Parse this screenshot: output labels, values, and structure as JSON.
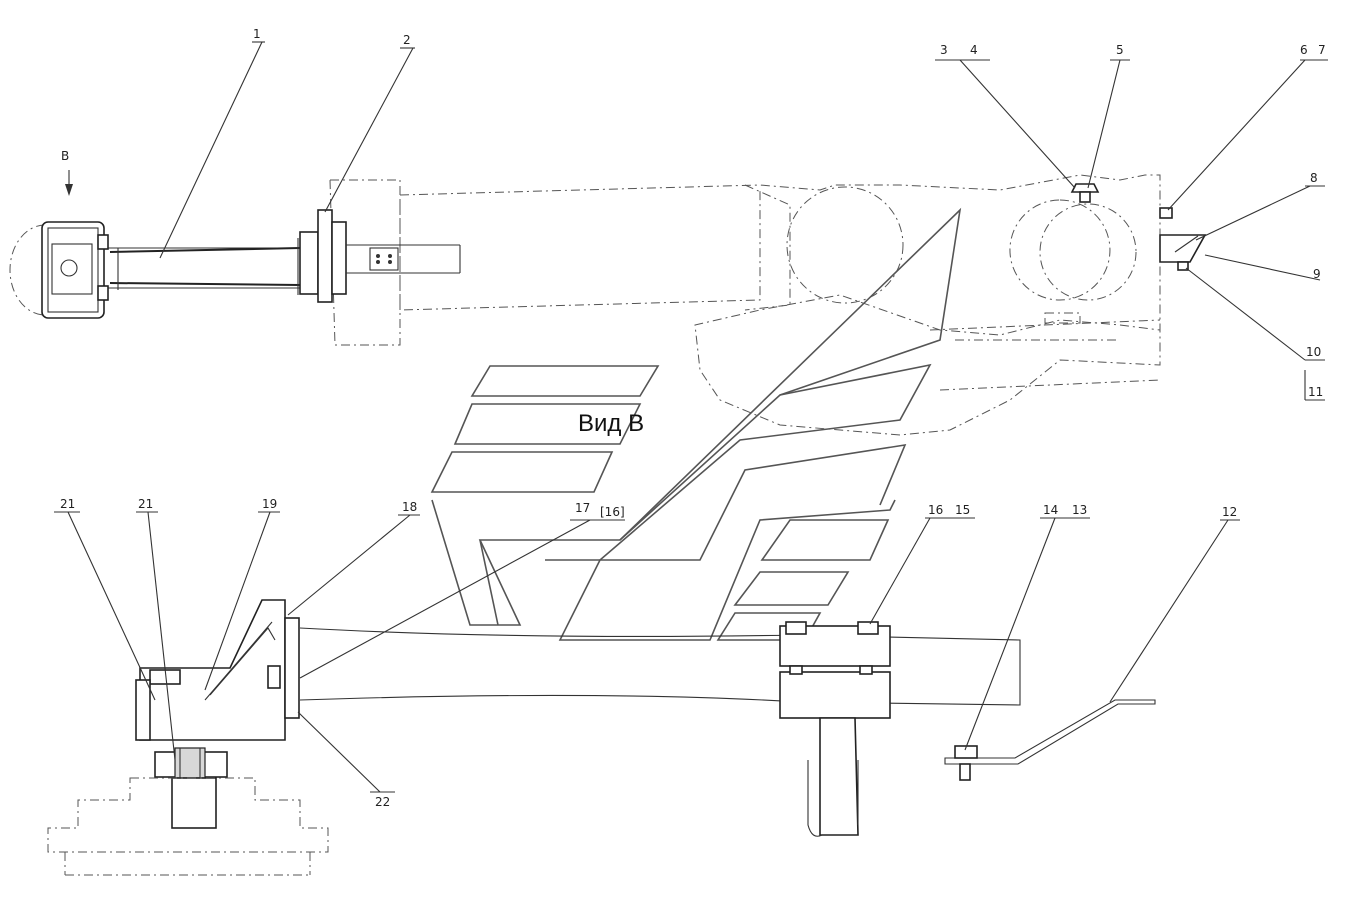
{
  "view_title": "Вид В",
  "view_marker": "B",
  "callouts": {
    "c1": "1",
    "c2": "2",
    "c3": "3",
    "c4": "4",
    "c5": "5",
    "c6": "6",
    "c7": "7",
    "c8": "8",
    "c9": "9",
    "c10": "10",
    "c11": "11",
    "c12": "12",
    "c13": "13",
    "c14": "14",
    "c15": "15",
    "c16a": "16",
    "c16b": "[16]",
    "c17": "17",
    "c18": "18",
    "c19": "19",
    "c21a": "21",
    "c21b": "21",
    "c22": "22"
  },
  "colors": {
    "line": "#333333",
    "background": "#ffffff",
    "watermark": "#555555"
  }
}
